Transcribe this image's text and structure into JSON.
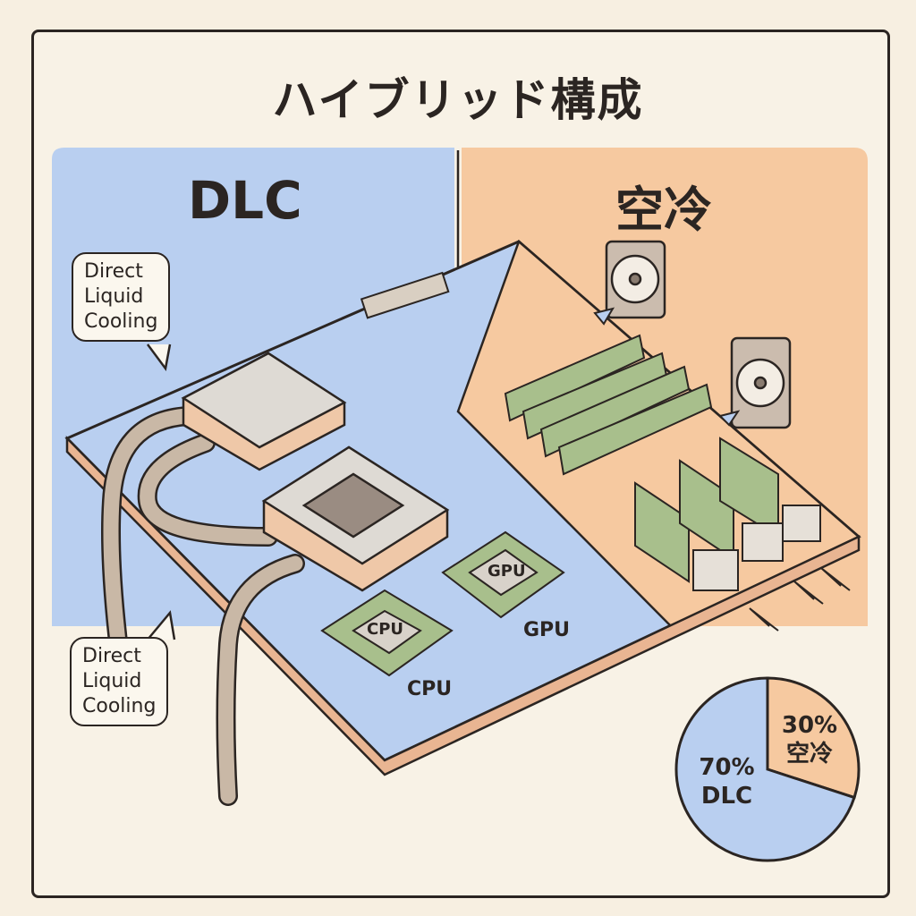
{
  "title": "ハイブリッド構成",
  "panels": {
    "dlc": {
      "heading": "DLC",
      "color": "#b9cff0"
    },
    "air": {
      "heading": "空冷",
      "color": "#f6c9a0"
    }
  },
  "callouts": [
    {
      "text_lines": [
        "Direct",
        "Liquid",
        "Cooling"
      ]
    },
    {
      "text_lines": [
        "Direct",
        "Liquid",
        "Cooling"
      ]
    }
  ],
  "components": {
    "cpu_chip": "CPU",
    "cpu_label": "CPU",
    "gpu_chip": "GPU",
    "gpu_label": "GPU"
  },
  "chart_data": {
    "type": "pie",
    "slices": [
      {
        "label": "空冷",
        "value": 30,
        "text": "30%",
        "color": "#f6c9a0"
      },
      {
        "label": "DLC",
        "value": 70,
        "text": "70%",
        "color": "#b9cff0"
      }
    ]
  }
}
